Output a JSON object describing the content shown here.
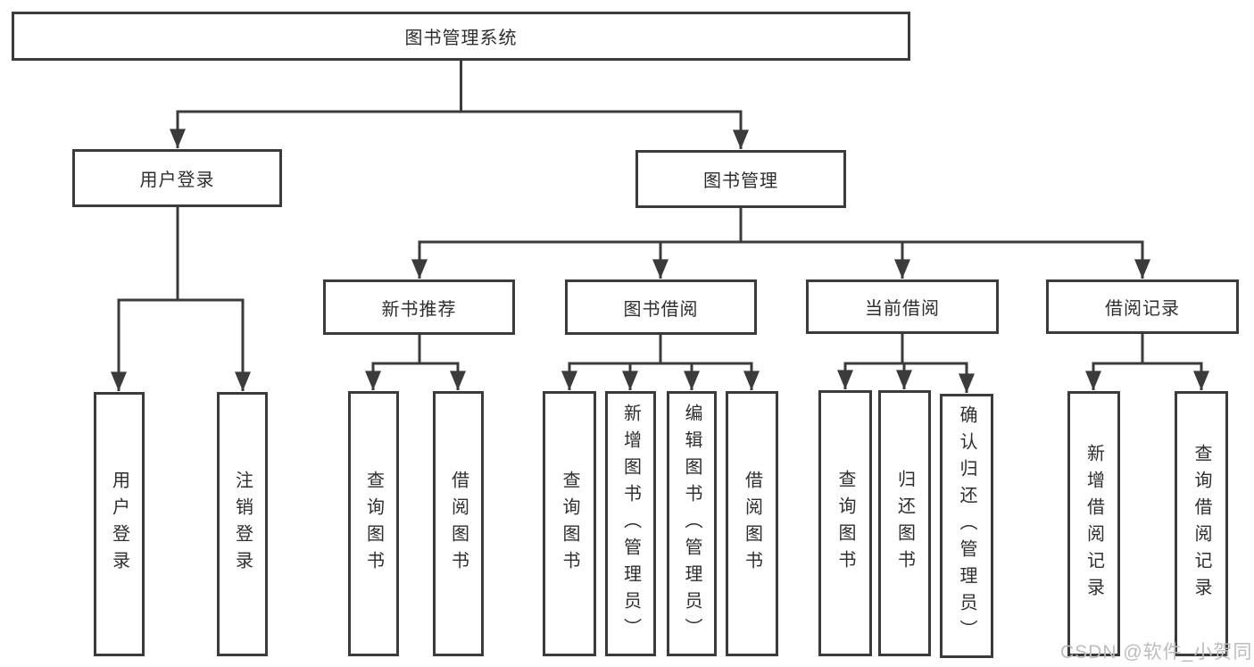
{
  "diagram": {
    "title": "图书管理系统",
    "level2": {
      "user_login": "用户登录",
      "book_management": "图书管理"
    },
    "level3": {
      "new_book_recommend": "新书推荐",
      "book_borrowing": "图书借阅",
      "current_borrowing": "当前借阅",
      "borrowing_records": "借阅记录"
    },
    "leaves": {
      "user": [
        "用户登录",
        "注销登录"
      ],
      "recommend": [
        "查询图书",
        "借阅图书"
      ],
      "borrowing": [
        "查询图书",
        "新增图书（管理员）",
        "编辑图书（管理员）",
        "借阅图书"
      ],
      "current": [
        "查询图书",
        "归还图书",
        "确认归还（管理员）"
      ],
      "records": [
        "新增借阅记录",
        "查询借阅记录"
      ]
    },
    "colors": {
      "line": "#3b3b3b",
      "box_border": "#3b3b3b",
      "text": "#2e2e2e",
      "watermark": "#bcbcbc",
      "background": "#ffffff"
    }
  },
  "watermark": {
    "text": "CSDN @软件_小贺同学"
  }
}
